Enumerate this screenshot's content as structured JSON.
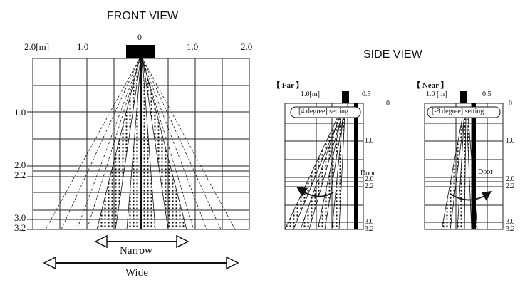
{
  "front": {
    "title": "FRONT VIEW",
    "top_labels": [
      "2.0[m]",
      "1.0",
      "0",
      "1.0",
      "2.0"
    ],
    "left_labels": [
      "1.0",
      "2.0",
      "2.2",
      "3.0",
      "3.2"
    ],
    "narrow_label": "Narrow",
    "wide_label": "Wide"
  },
  "side": {
    "title": "SIDE VIEW",
    "far": {
      "tag": "【 Far 】",
      "top_left": "1.0[m]",
      "top_right": "0.5",
      "zero": "0",
      "setting": "[4 degree] setting",
      "right_labels": [
        "1.0",
        "2.0",
        "2.2",
        "3.0",
        "3.2"
      ],
      "door": "Door"
    },
    "near": {
      "tag": "【 Near 】",
      "top_left": "1.0 [m]",
      "top_right": "0.5",
      "zero": "0",
      "setting": "[-8 degree] setting",
      "right_labels": [
        "1.0",
        "2.0",
        "2.2",
        "3.0",
        "3.2"
      ],
      "door": "Door"
    }
  },
  "colors": {
    "line": "#111111",
    "grid": "#222222",
    "dots": "#111111"
  }
}
